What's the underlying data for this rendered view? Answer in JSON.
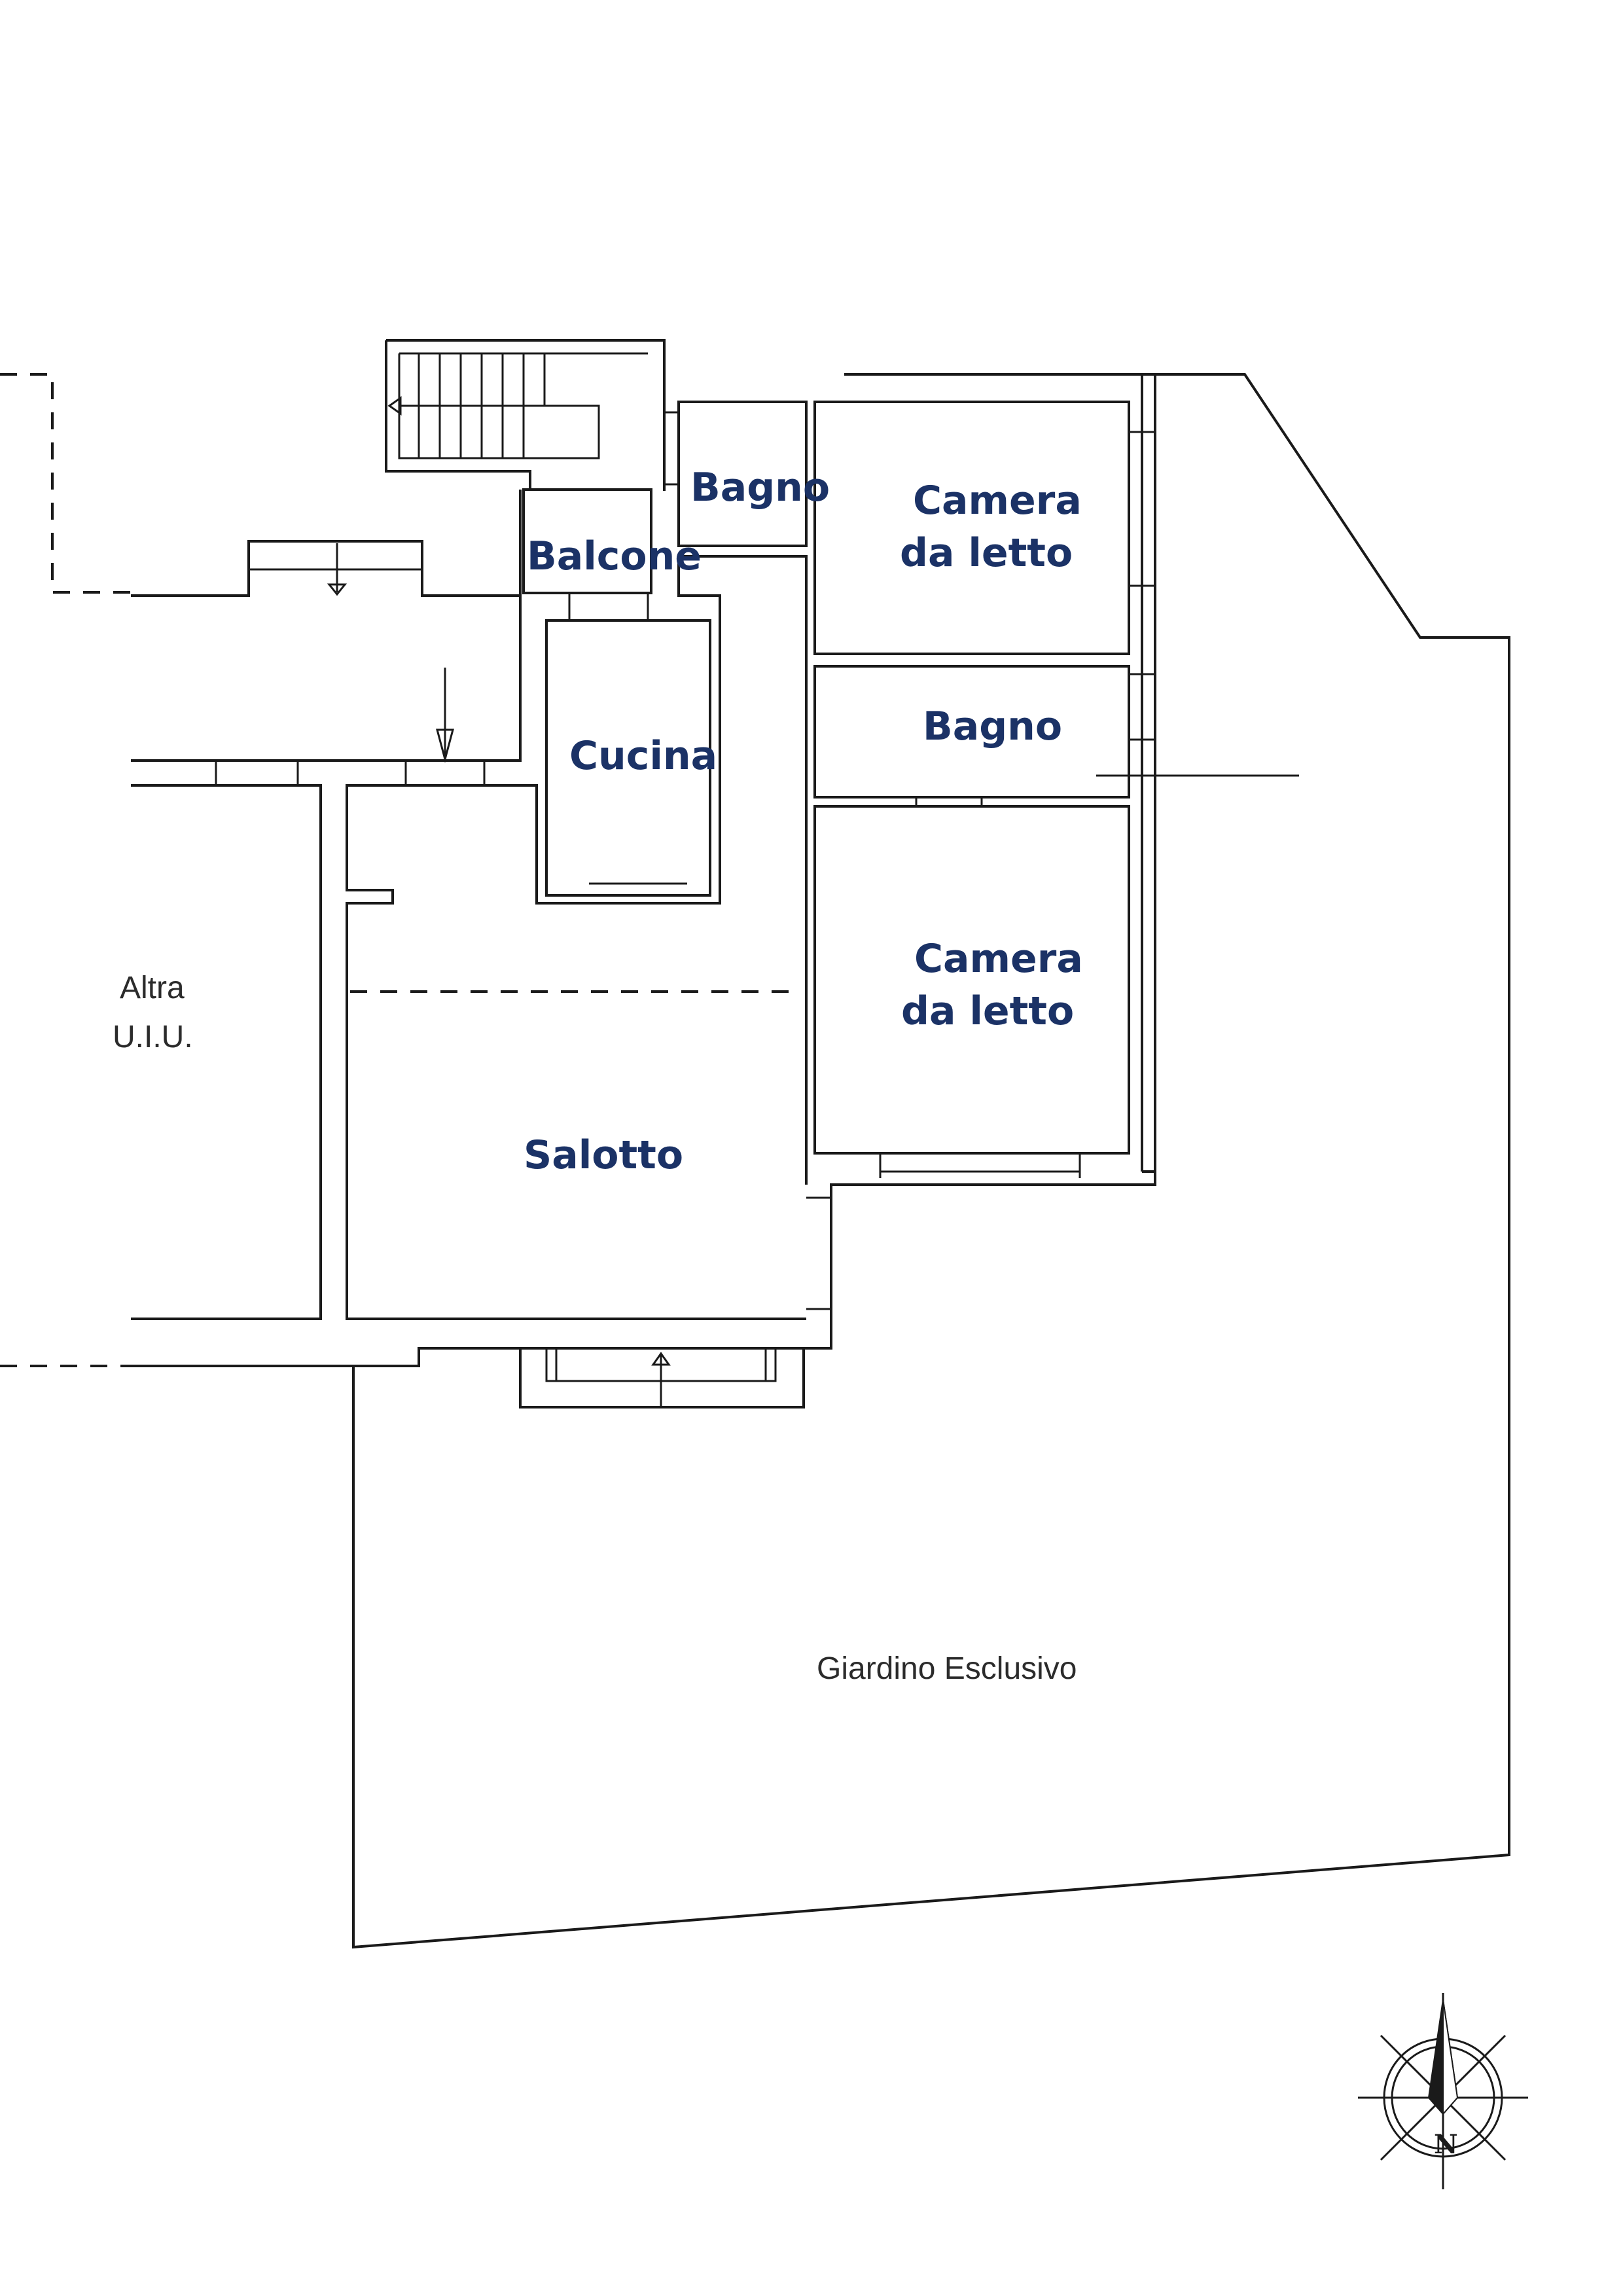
{
  "plan": {
    "rooms": {
      "bagno_top": "Bagno",
      "camera_top_line1": "Camera",
      "camera_top_line2": "da letto",
      "balcone": "Balcone",
      "bagno_mid": "Bagno",
      "cucina": "Cucina",
      "camera_bottom_line1": "Camera",
      "camera_bottom_line2": "da letto",
      "salotto": "Salotto"
    },
    "other_unit": {
      "line1": "Altra",
      "line2": "U.I.U."
    },
    "garden": "Giardino Esclusivo",
    "compass": {
      "north_letter": "N"
    }
  },
  "colors": {
    "room_label": "#1b3266",
    "wall": "#1a1a1a"
  }
}
